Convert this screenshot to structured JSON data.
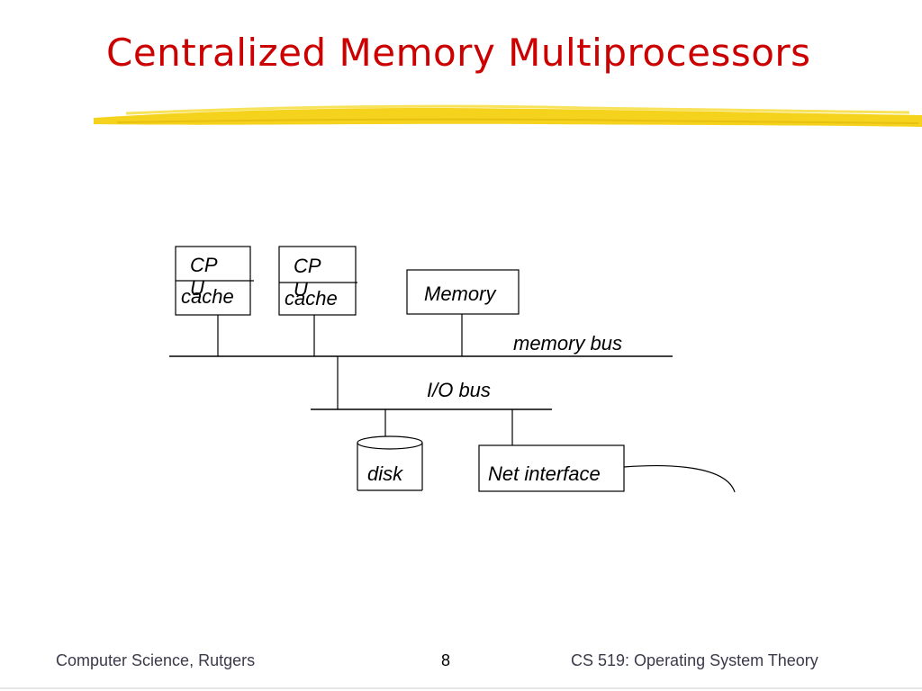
{
  "slide": {
    "title": "Centralized Memory Multiprocessors",
    "accent_color": "#cc0000",
    "highlight_color": "#f5d21c"
  },
  "diagram": {
    "cpu1": {
      "label": "CP\nU",
      "cache_label": "cache"
    },
    "cpu2": {
      "label": "CP\nU",
      "cache_label": "cache"
    },
    "memory": {
      "label": "Memory"
    },
    "memory_bus": {
      "label": "memory bus"
    },
    "io_bus": {
      "label": "I/O bus"
    },
    "disk": {
      "label": "disk"
    },
    "net_interface": {
      "label": "Net interface"
    }
  },
  "footer": {
    "left": "Computer Science, Rutgers",
    "page_number": "8",
    "right": "CS 519: Operating System Theory"
  }
}
